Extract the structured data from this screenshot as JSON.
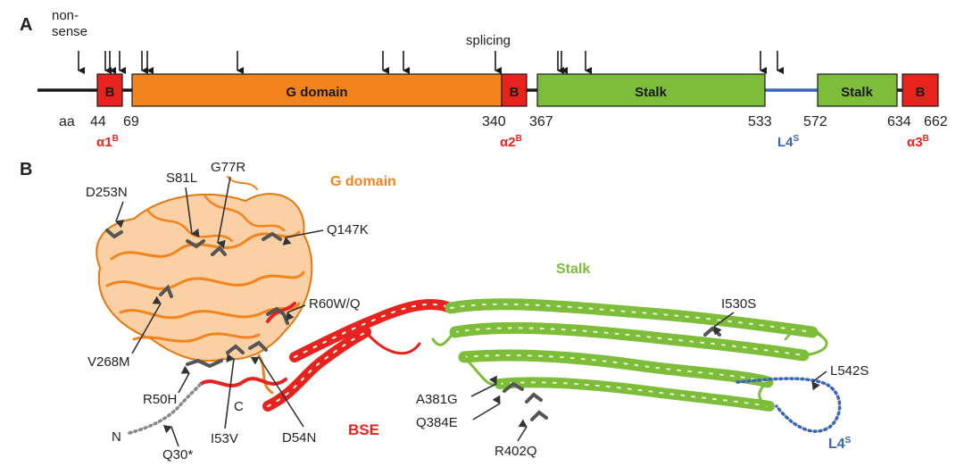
{
  "panelA": {
    "label": "A",
    "nonsense_label": [
      "non-",
      "sense"
    ],
    "splicing_label": "splicing",
    "aa_label": "aa",
    "positions": [
      "44",
      "69",
      "340",
      "367",
      "533",
      "572",
      "634",
      "662"
    ],
    "domains": {
      "b1": "B",
      "g_domain": "G domain",
      "b2": "B",
      "stalk1": "Stalk",
      "stalk2": "Stalk",
      "b3": "B"
    },
    "helix_labels": {
      "a1": "α1",
      "a1_sup": "B",
      "a2": "α2",
      "a2_sup": "B",
      "l4": "L4",
      "l4_sup": "S",
      "a3": "α3",
      "a3_sup": "B"
    },
    "colors": {
      "bse": "#e8231e",
      "g_domain": "#f3841d",
      "stalk": "#7dbd3a",
      "loop": "#3a66b8",
      "backbone": "#1a1a1a"
    }
  },
  "panelB": {
    "label": "B",
    "g_domain_label": "G domain",
    "stalk_label": "Stalk",
    "bse_label": "BSE",
    "l4_label": "L4",
    "l4_sup": "S",
    "n_label": "N",
    "c_label": "C",
    "mutations": [
      "D253N",
      "S81L",
      "G77R",
      "Q147K",
      "R60W/Q",
      "V268M",
      "R50H",
      "I53V",
      "D54N",
      "Q30*",
      "I530S",
      "L542S",
      "A381G",
      "Q384E",
      "R402Q"
    ]
  }
}
